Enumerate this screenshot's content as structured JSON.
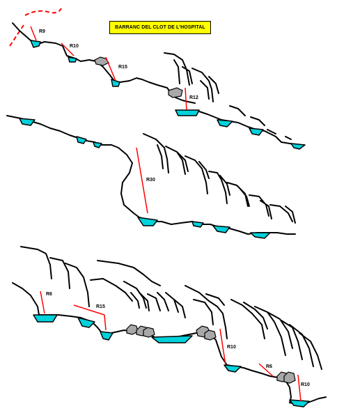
{
  "title": "BARRANC DEL CLOT DE L'HOSPITAL",
  "rappels": [
    {
      "label": "R9"
    },
    {
      "label": "R10"
    },
    {
      "label": "R15"
    },
    {
      "label": "R12"
    },
    {
      "label": "R30"
    },
    {
      "label": "R6"
    },
    {
      "label": "R15"
    },
    {
      "label": "R10"
    },
    {
      "label": "R6"
    },
    {
      "label": "R10"
    }
  ],
  "colors": {
    "water": "#00d2dc",
    "rope": "#ff0000",
    "boulder": "#a8a8a8",
    "title_bg": "#ffff00"
  }
}
